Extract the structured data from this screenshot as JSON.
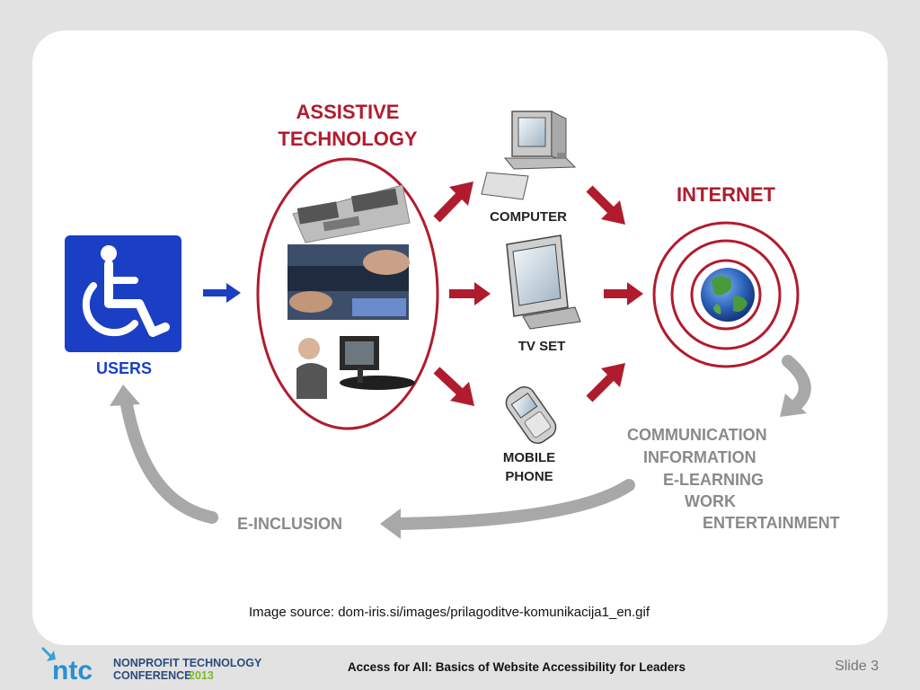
{
  "diagram": {
    "assistive_title_line1": "ASSISTIVE",
    "assistive_title_line2": "TECHNOLOGY",
    "users_label": "USERS",
    "computer_label": "COMPUTER",
    "tv_label": "TV SET",
    "mobile_line1": "MOBILE",
    "mobile_line2": "PHONE",
    "internet_label": "INTERNET",
    "services": [
      "COMMUNICATION",
      "INFORMATION",
      "E-LEARNING",
      "WORK",
      "ENTERTAINMENT"
    ],
    "einclusion_label": "E-INCLUSION",
    "colors": {
      "red": "#b01c2e",
      "blue": "#1a3fc4",
      "gray_arrow": "#a8a8a8",
      "gray_text": "#8a8a8a"
    }
  },
  "caption": "Image source: dom-iris.si/images/prilagoditve-komunikacija1_en.gif",
  "footer": {
    "logo_ntc": "ntc",
    "logo_line1": "NONPROFIT TECHNOLOGY",
    "logo_line2": "CONFERENCE",
    "logo_year": "2013",
    "title": "Access for All: Basics of Website Accessibility for Leaders",
    "slide": "Slide 3"
  }
}
